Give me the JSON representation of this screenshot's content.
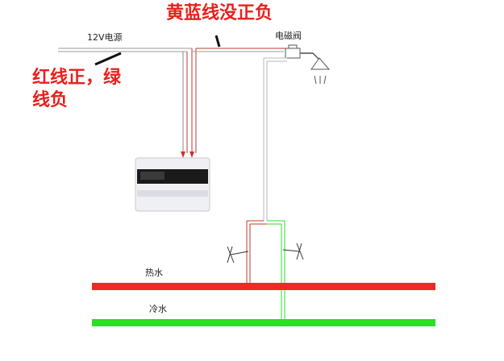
{
  "labels": {
    "power": "12V电源",
    "valve": "电磁阀",
    "hot_water": "热水",
    "cold_water": "冷水",
    "note_yellow_blue": "黄蓝线没正负",
    "note_red_green_line1": "红线正，绿",
    "note_red_green_line2": "线负"
  },
  "colors": {
    "hot_pipe": "#ee2a24",
    "cold_pipe": "#2edc2a",
    "annotation_text": "#e8201c",
    "wire": "#c0392b",
    "gray_pipe": "#b9b9b9"
  }
}
